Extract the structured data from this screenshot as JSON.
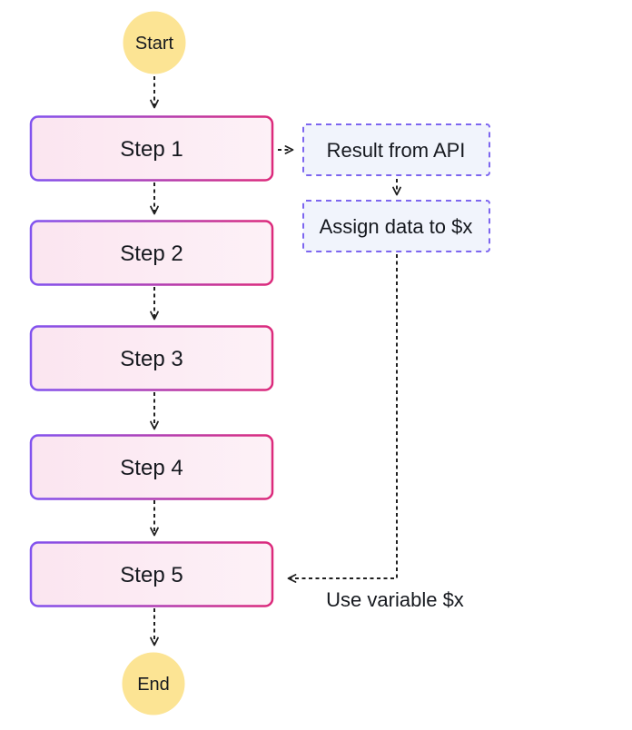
{
  "diagram": {
    "type": "flowchart",
    "nodes": {
      "start": {
        "label": "Start"
      },
      "end": {
        "label": "End"
      },
      "steps": [
        {
          "label": "Step 1"
        },
        {
          "label": "Step 2"
        },
        {
          "label": "Step 3"
        },
        {
          "label": "Step 4"
        },
        {
          "label": "Step 5"
        }
      ],
      "annotations": [
        {
          "label": "Result from API"
        },
        {
          "label": "Assign data to $x"
        }
      ]
    },
    "edges": {
      "use_variable_label": "Use variable $x"
    },
    "colors": {
      "terminal_fill": "#FCE494",
      "step_fill_left": "#FBE5F0",
      "step_fill_right": "#FDF1F7",
      "step_border_left": "#8152EF",
      "step_border_right": "#DC2A7B",
      "annotation_fill": "#F1F4FC",
      "annotation_border": "#7D66F0",
      "arrow": "#1F1F1F",
      "text": "#16191F"
    }
  }
}
